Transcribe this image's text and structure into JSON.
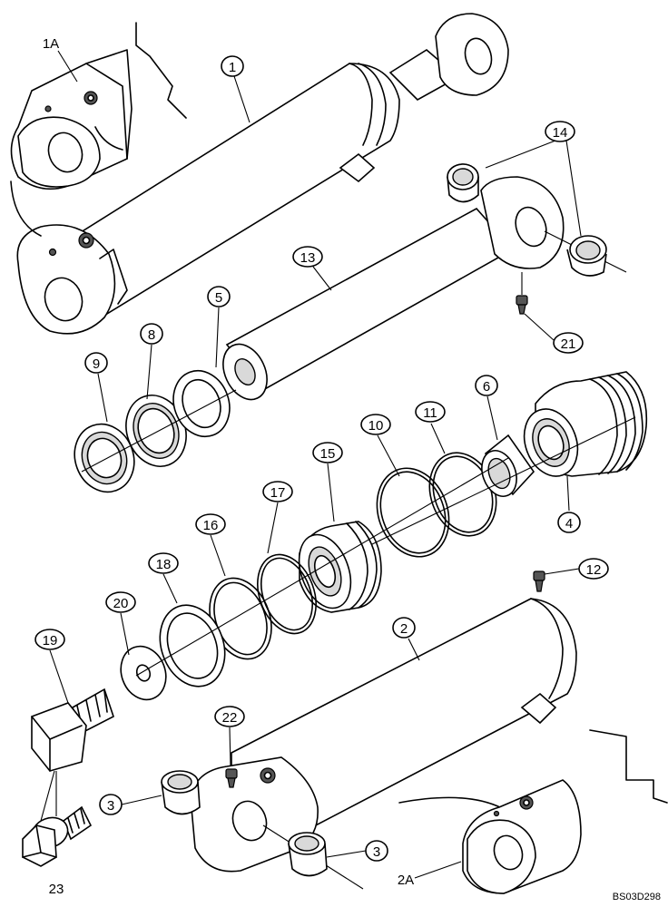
{
  "callouts": {
    "c1": "1",
    "c2": "2",
    "c3a": "3",
    "c3b": "3",
    "c4": "4",
    "c5": "5",
    "c6": "6",
    "c8": "8",
    "c9": "9",
    "c10": "10",
    "c11": "11",
    "c12": "12",
    "c13": "13",
    "c14": "14",
    "c15": "15",
    "c16": "16",
    "c17": "17",
    "c18": "18",
    "c19": "19",
    "c20": "20",
    "c21": "21",
    "c22": "22"
  },
  "labels": {
    "l1a": "1A",
    "l2a": "2A",
    "l23": "23"
  },
  "drawing_code": "BS03D298"
}
